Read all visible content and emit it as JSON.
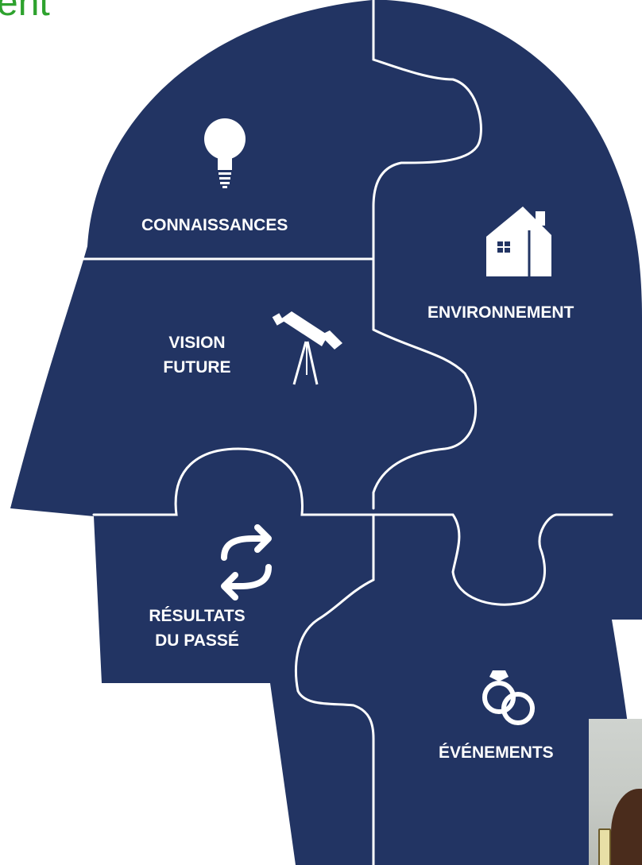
{
  "title_fragment": "ent",
  "pieces": {
    "connaissances": {
      "label": "CONNAISSANCES",
      "icon": "lightbulb-icon"
    },
    "environnement": {
      "label": "ENVIRONNEMENT",
      "icon": "house-icon"
    },
    "vision_future": {
      "line1": "VISION",
      "line2": "FUTURE",
      "icon": "telescope-icon"
    },
    "resultats_passe": {
      "line1": "RÉSULTATS",
      "line2": "DU PASSÉ",
      "icon": "repeat-arrows-icon"
    },
    "evenements": {
      "label": "ÉVÉNEMENTS",
      "icon": "wedding-rings-icon"
    }
  },
  "colors": {
    "head_fill": "#223463",
    "seam": "#ffffff",
    "title": "#2ea22e"
  }
}
